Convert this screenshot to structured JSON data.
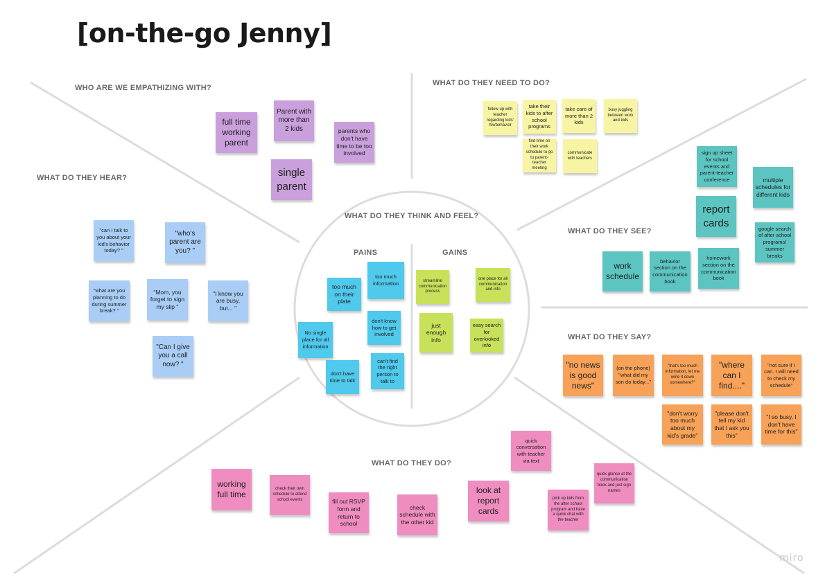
{
  "board": {
    "title": "[on-the-go Jenny]",
    "watermark": "miro",
    "colors": {
      "lines": "#dcdcdc",
      "purple": "#c9a0dc",
      "yellow": "#f7f5a3",
      "blue": "#a9cdf5",
      "cyan": "#4fc9ec",
      "lime": "#c7e25a",
      "teal": "#5cc5c1",
      "orange": "#f7a258",
      "pink": "#f08dc0"
    }
  },
  "sections": {
    "empathize": {
      "heading": "WHO ARE WE EMPATHIZING WITH?",
      "notes": [
        "full time working parent",
        "Parent with more than 2 kids",
        "parents who don't have time to be too involved",
        "single parent"
      ]
    },
    "need": {
      "heading": "WHAT DO THEY NEED TO DO?",
      "notes": [
        "follow up with teacher regarding kids' hw/behavior",
        "take their kids to after school programs",
        "take care of more than 2 kids",
        "busy juggling between work and kids",
        "find time on their work schedule to go to parent-teacher meeting",
        "communicate with teachers"
      ]
    },
    "hear": {
      "heading": "WHAT DO THEY HEAR?",
      "notes": [
        "\"can I talk to you about your kid's behavior today? \"",
        "\"who's parent are you? \"",
        "\"what are you planning to do during summer break? \"",
        "\"Mom, you forget to sign my slip \"",
        "\"I know you are busy, but... \"",
        "\"Can I give you a call now? \""
      ]
    },
    "think": {
      "heading": "WHAT DO THEY THINK AND FEEL?",
      "pains_label": "PAINS",
      "gains_label": "GAINS",
      "pains": [
        "too much on their plate",
        "too much information",
        "don't know how to get involved",
        "No single place for all information",
        "don't have time to talk",
        "can't find the right person to talk to"
      ],
      "gains": [
        "streamline communication process",
        "one place for all communication and info",
        "just enough info",
        "easy search for overlooked info"
      ]
    },
    "see": {
      "heading": "WHAT DO THEY SEE?",
      "notes": [
        "sign up sheet for school events and parent-teacher conference",
        "multiple schedules for different kids",
        "report cards",
        "google search of after school programs/ summer breaks",
        "work schedule",
        "behavior section on the communication book",
        "homework section on the communication book"
      ]
    },
    "say": {
      "heading": "WHAT DO THEY SAY?",
      "notes": [
        "\"no news is good news\"",
        "(on the phone) \"what did my son do today...\"",
        "\"that's too much information, let me write it down somewhere?\"",
        "\"where can I find....\"",
        "\"not sure if I can. I will need to check my schedule\"",
        "\"don't worry too much about my kid's grade\"",
        "\"please don't tell my kid that I ask you this\"",
        "\"I so busy, I don't have time for this\""
      ]
    },
    "do": {
      "heading": "WHAT DO THEY DO?",
      "notes": [
        "quick conversation with teacher via text",
        "quick glance at the communication book and just sign names",
        "working full time",
        "check their own schedule to attend school events",
        "fill out RSVP form and return to school",
        "check schedule with the other kid",
        "look at report cards",
        "pick up kids from the after school program and have a quick chat with the teacher"
      ]
    }
  }
}
